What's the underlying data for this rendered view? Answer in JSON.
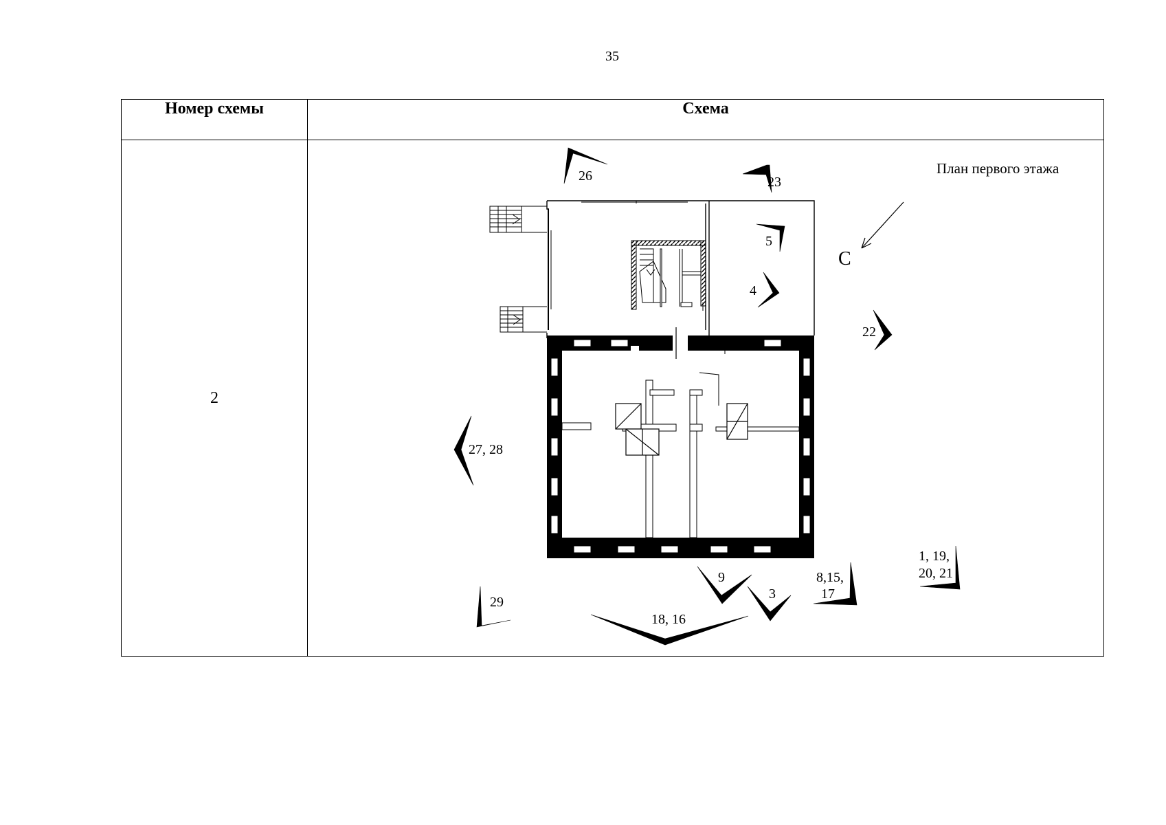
{
  "page_number": "35",
  "table": {
    "headers": {
      "number": "Номер схемы",
      "scheme": "Схема"
    },
    "rows": [
      {
        "number": "2",
        "plan_title": "План первого этажа",
        "north_label": "С",
        "view_markers": {
          "m26": "26",
          "m23": "23",
          "m5": "5",
          "m4": "4",
          "m22": "22",
          "m27_28": "27, 28",
          "m9": "9",
          "m3": "3",
          "m8_15_17_line1": "8,15,",
          "m8_15_17_line2": "17",
          "m1_19_20_21_line1": "1, 19,",
          "m1_19_20_21_line2": "20, 21",
          "m29": "29",
          "m18_16": "18, 16"
        }
      }
    ]
  }
}
